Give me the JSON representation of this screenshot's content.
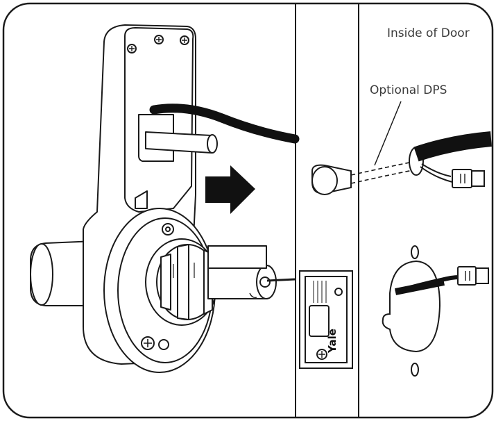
{
  "labels": {
    "inside_of_door": "Inside of Door",
    "optional_dps": "Optional DPS"
  },
  "strike_plate": {
    "brand": "Yale"
  },
  "colors": {
    "line": "#1a1a1a",
    "fill_white": "#ffffff",
    "fill_dark": "#111111",
    "text": "#3a3a3a"
  }
}
